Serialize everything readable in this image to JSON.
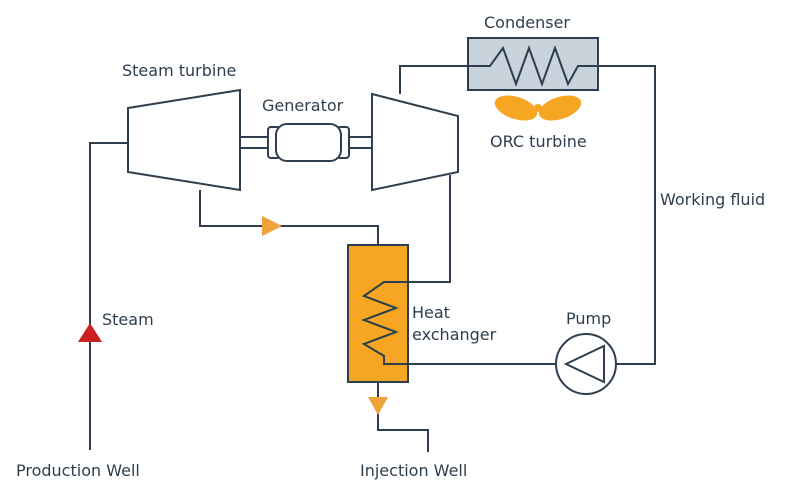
{
  "labels": {
    "condenser": "Condenser",
    "steam_turbine": "Steam turbine",
    "generator": "Generator",
    "orc_turbine": "ORC turbine",
    "working_fluid": "Working fluid",
    "steam": "Steam",
    "heat_exchanger_line1": "Heat",
    "heat_exchanger_line2": "exchanger",
    "pump": "Pump",
    "production_well": "Production Well",
    "injection_well": "Injection Well"
  },
  "colors": {
    "line": "#2e3e4e",
    "steam_arrow": "#cc1f1f",
    "orange": "#f6a623",
    "orange_arrow": "#eea23a",
    "condenser_fill": "#c9d3dc"
  },
  "icons": {
    "fan": "fan-icon",
    "pump": "pump-icon",
    "flow_arrow": "flow-arrow-icon"
  }
}
